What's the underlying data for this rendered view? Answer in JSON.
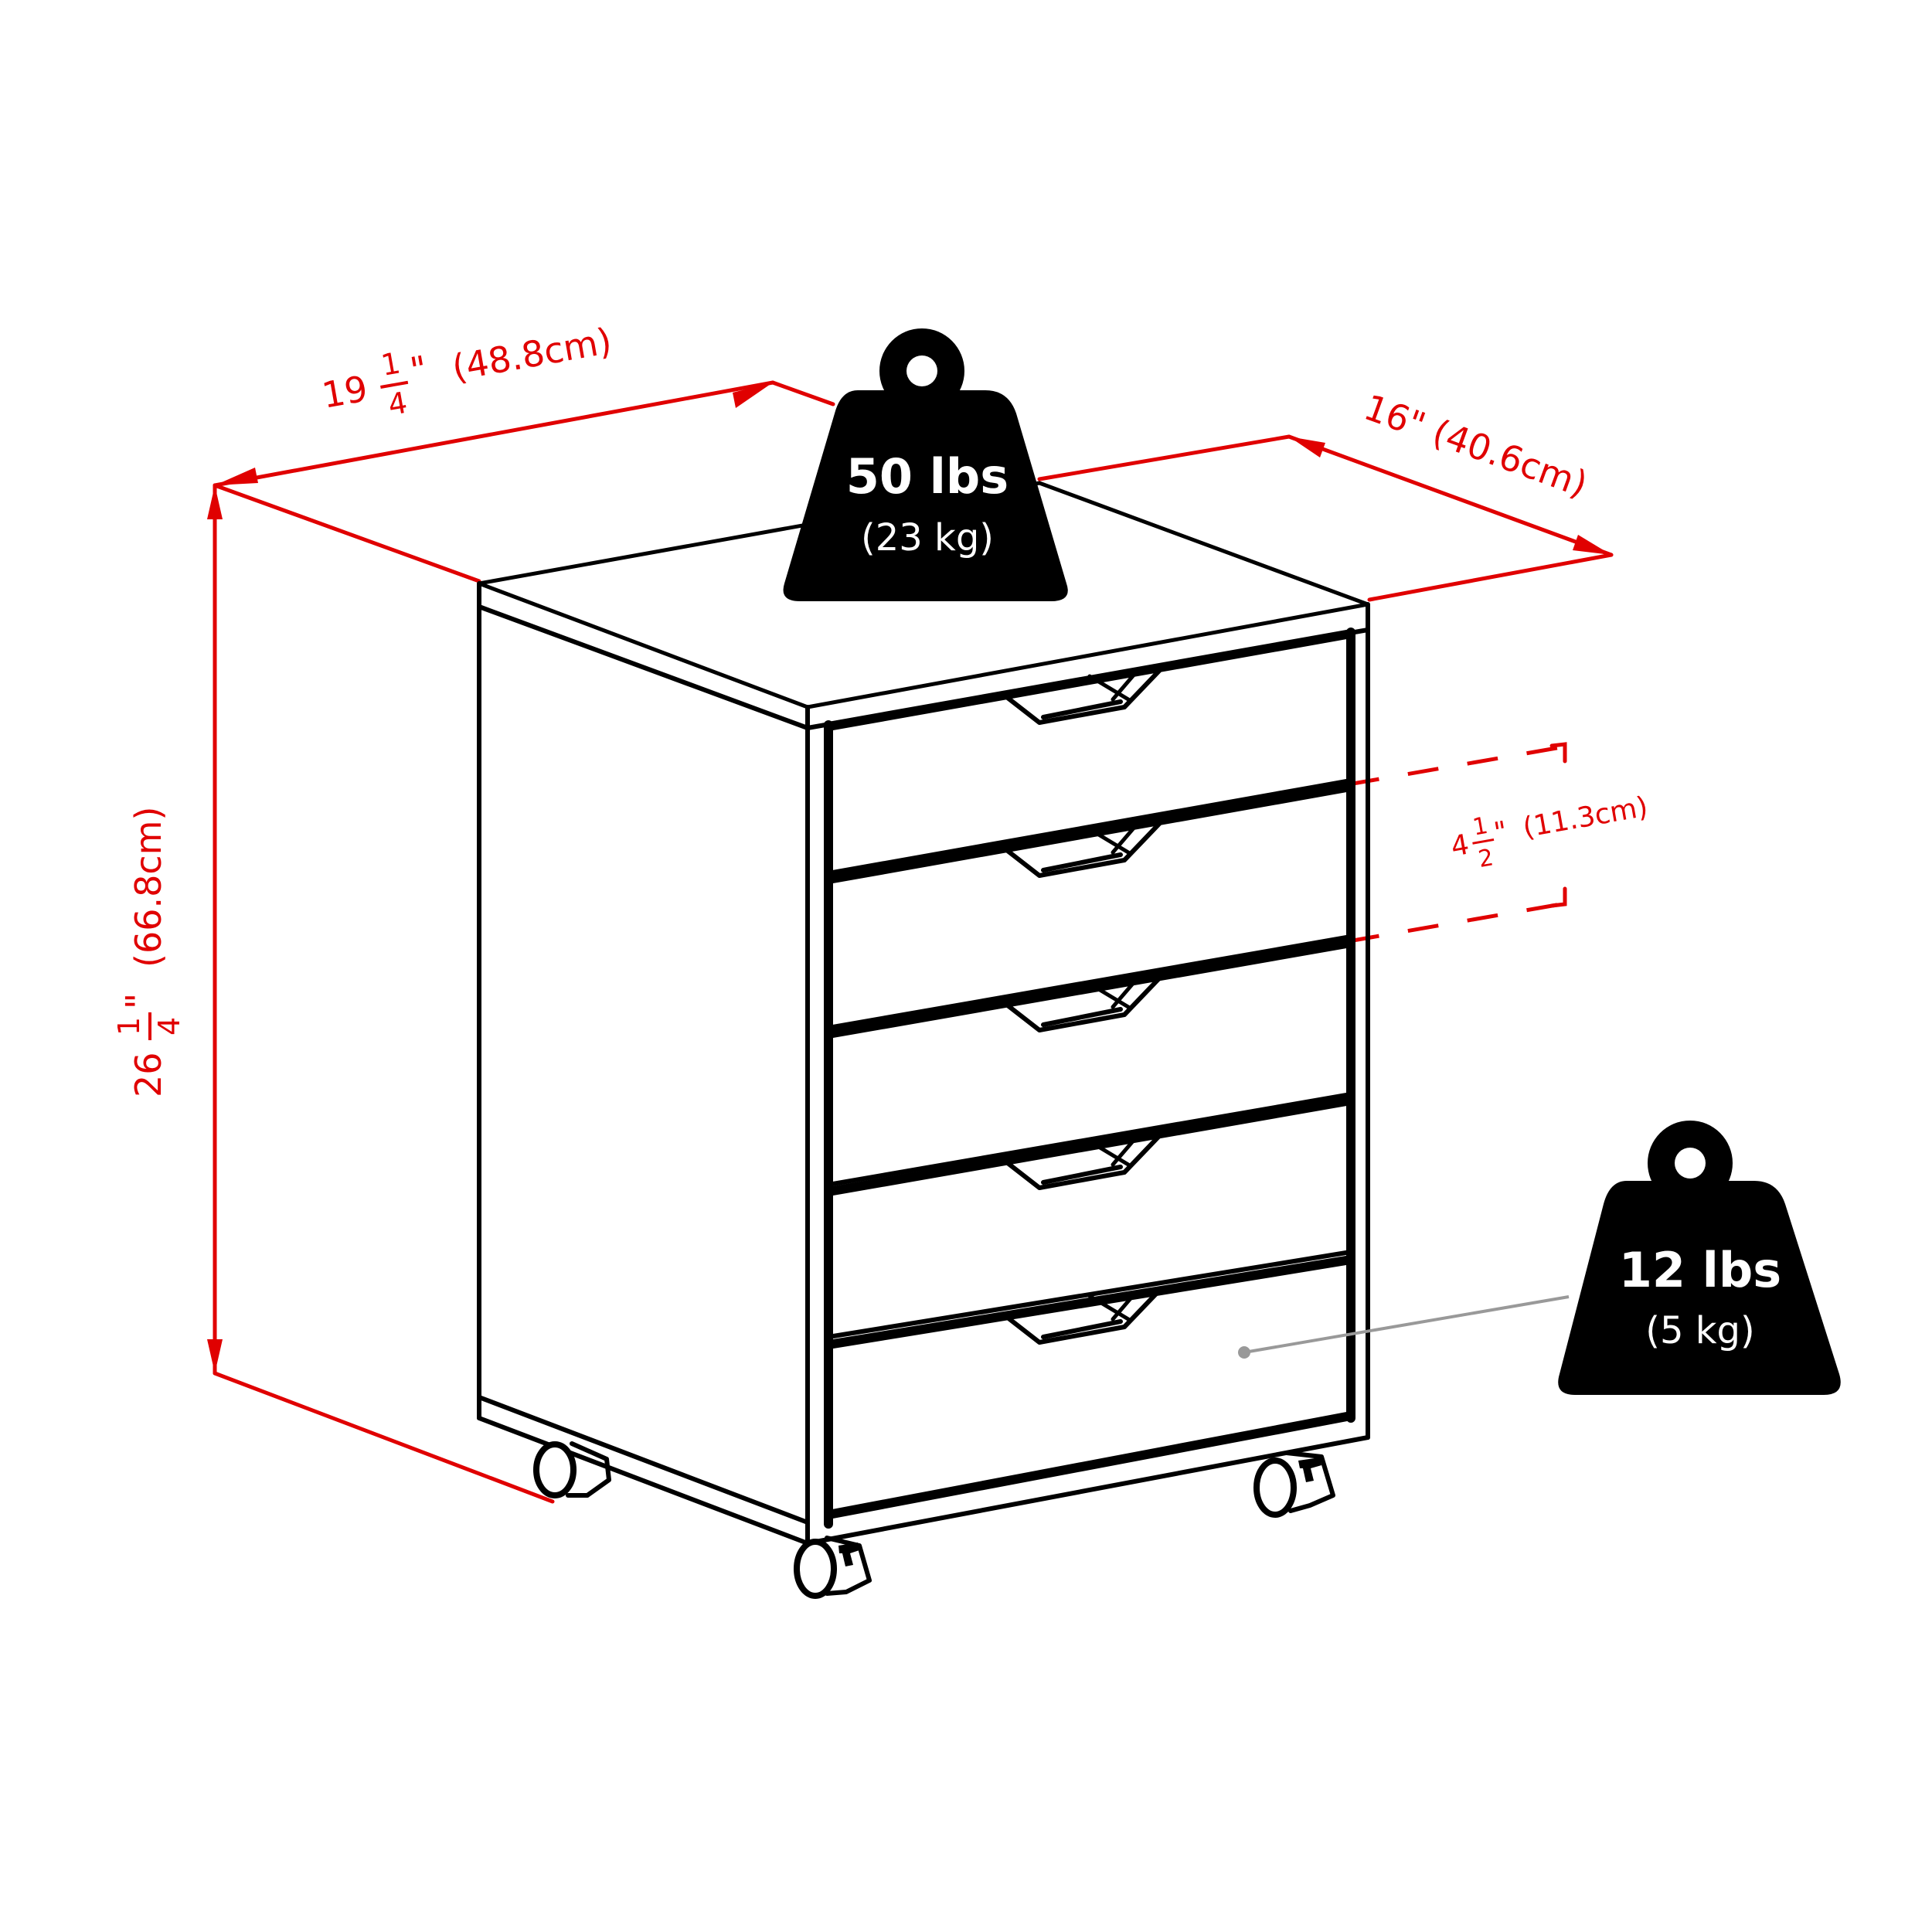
{
  "diagram": {
    "subject": "5-drawer mobile cabinet on casters",
    "drawer_count": 5,
    "caster_count": 4,
    "colors": {
      "dimension_lines": "#e00000",
      "outline": "#000000",
      "weight_badge": "#000000",
      "weight_text": "#ffffff",
      "leader_line": "#999999",
      "background": "#ffffff"
    }
  },
  "dimensions": {
    "width": {
      "whole": "19",
      "frac_num": "1",
      "frac_den": "4",
      "inch_mark": "\"",
      "metric": "(48.8cm)"
    },
    "depth": {
      "label": "16\" (40.6cm)"
    },
    "height": {
      "whole": "26",
      "frac_num": "1",
      "frac_den": "4",
      "inch_mark": "\"",
      "metric": "(66.8cm)"
    },
    "drawer_height": {
      "whole": "4",
      "frac_num": "1",
      "frac_den": "2",
      "inch_mark": "\"",
      "metric": "(11.3cm)"
    }
  },
  "weights": {
    "top_capacity": {
      "main": "50 lbs",
      "sub": "(23 kg)"
    },
    "drawer_capacity": {
      "main": "12 lbs",
      "sub": "(5 kg)"
    }
  }
}
